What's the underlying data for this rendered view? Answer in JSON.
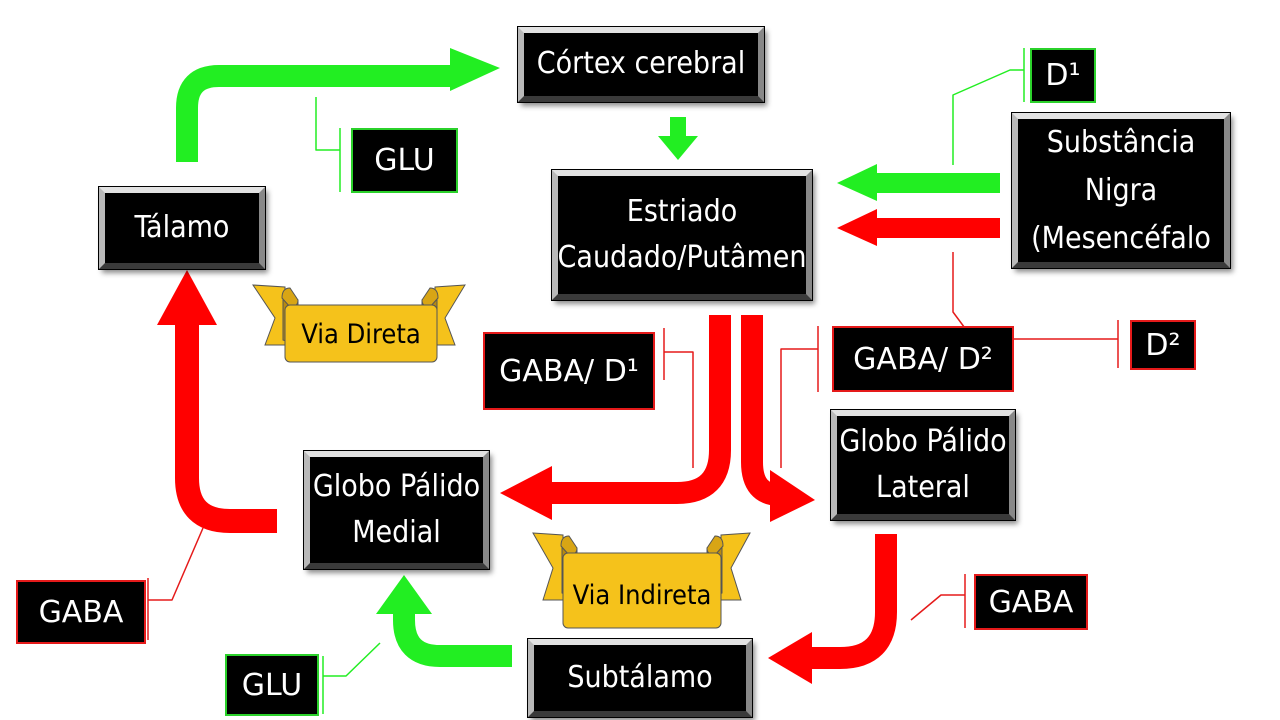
{
  "nodes": {
    "cortex": "Córtex cerebral",
    "estriado": [
      "Estriado",
      "Caudado/Putâmen"
    ],
    "talamo": "Tálamo",
    "substancia_nigra": [
      "Substância",
      "Nigra",
      "(Mesencéfalo"
    ],
    "globo_medial": [
      "Globo Pálido",
      "Medial"
    ],
    "globo_lateral": [
      "Globo Pálido",
      "Lateral"
    ],
    "subtalamo": "Subtálamo"
  },
  "labels": {
    "glu_top": "GLU",
    "d1_top": "D¹",
    "d2_right": "D²",
    "gaba_d1": "GABA/ D¹",
    "gaba_d2": "GABA/ D²",
    "gaba_left": "GABA",
    "gaba_right": "GABA",
    "glu_bottom": "GLU"
  },
  "banners": {
    "via_direta": "Via Direta",
    "via_indireta": "Via Indireta"
  },
  "colors": {
    "excitatory": "#22ee22",
    "inhibitory": "#ff0000",
    "banner_fill": "#f5c21b",
    "banner_dark": "#b88a10"
  }
}
